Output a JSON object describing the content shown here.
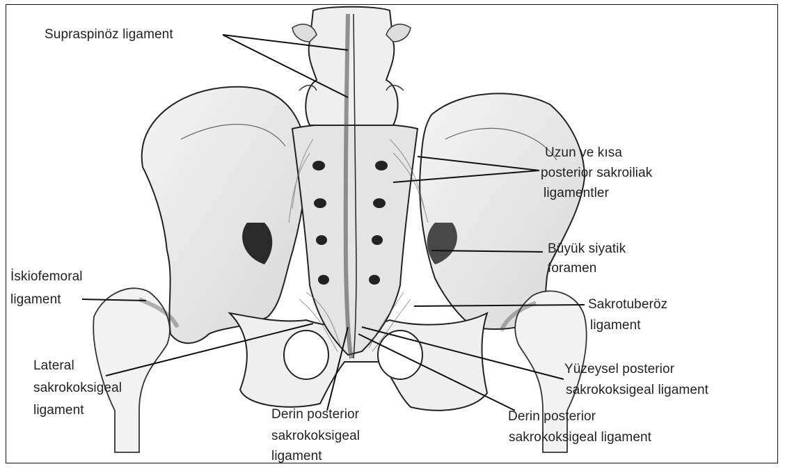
{
  "labels": {
    "supraspinoz": "Supraspinöz ligament",
    "uzun_1": "Uzun ve kısa",
    "uzun_2": "posterior sakroiliak",
    "uzun_3": "ligamentler",
    "buyuk_1": "Büyük siyatik",
    "buyuk_2": "foramen",
    "iskio_1": "İskiofemoral",
    "iskio_2": "ligament",
    "sakrotub_1": "Sakrotuberöz",
    "sakrotub_2": "ligament",
    "lateral_1": "Lateral",
    "lateral_2": "sakrokoksigeal",
    "lateral_3": "ligament",
    "yuzeysel_1": "Yüzeysel posterior",
    "yuzeysel_2": "sakrokoksigeal ligament",
    "derin_left_1": "Derin posterior",
    "derin_left_2": "sakrokoksigeal",
    "derin_left_3": "ligament",
    "derin_right_1": "Derin posterior",
    "derin_right_2": "sakrokoksigeal ligament"
  }
}
